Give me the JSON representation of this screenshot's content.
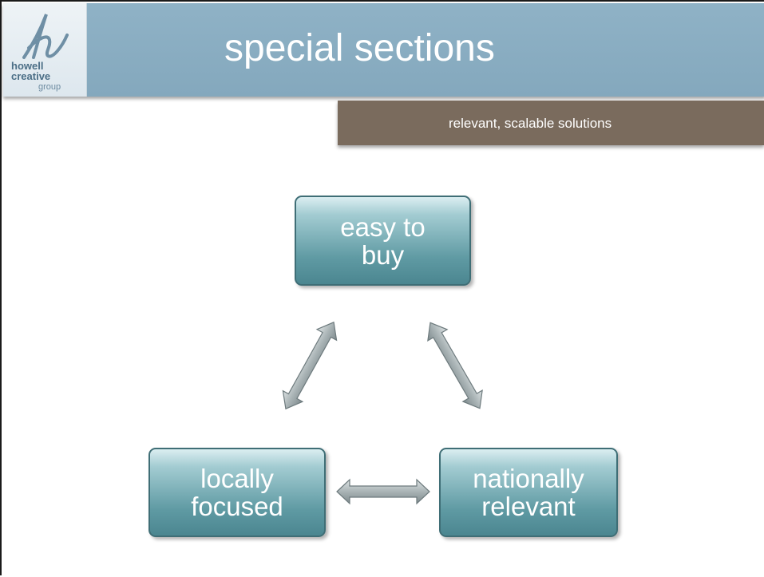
{
  "logo": {
    "icon": "handwritten-h-monogram",
    "line1": "howell",
    "line2": "creative",
    "line3": "group"
  },
  "header": {
    "title": "special sections",
    "subtitle": "relevant, scalable solutions"
  },
  "diagram": {
    "nodes": {
      "top": {
        "line1": "easy to",
        "line2": "buy"
      },
      "left": {
        "line1": "locally",
        "line2": "focused"
      },
      "right": {
        "line1": "nationally",
        "line2": "relevant"
      }
    },
    "edges": [
      {
        "from": "top",
        "to": "left",
        "style": "double-arrow"
      },
      {
        "from": "top",
        "to": "right",
        "style": "double-arrow"
      },
      {
        "from": "left",
        "to": "right",
        "style": "double-arrow"
      }
    ]
  },
  "colors": {
    "header_bar": "#8fb2c6",
    "subtitle_bar": "#7a6b5d",
    "node_fill": "#5f9aa3",
    "arrow_fill": "#9aa5a7"
  }
}
